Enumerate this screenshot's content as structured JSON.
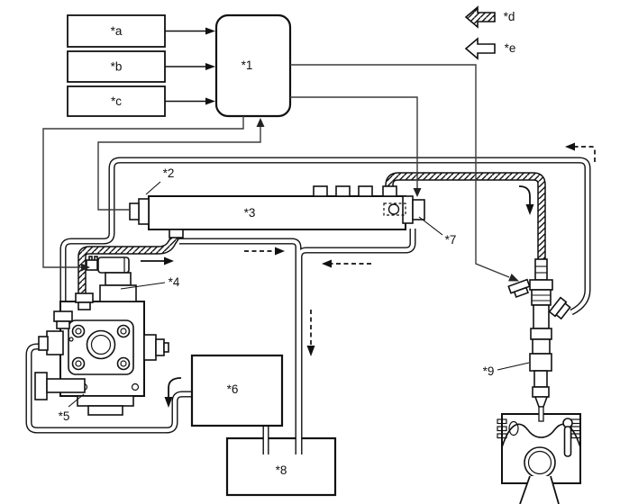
{
  "figure": {
    "type": "fuel-system-schematic-line-art",
    "background_color": "#ffffff",
    "line_color": "#111111"
  },
  "callouts": {
    "c1": "*1",
    "c2": "*2",
    "c3": "*3",
    "c4": "*4",
    "c5": "*5",
    "c6": "*6",
    "c7": "*7",
    "c8": "*8",
    "c9": "*9",
    "ca": "*a",
    "cb": "*b",
    "cc": "*c",
    "cd": "*d",
    "ce": "*e"
  }
}
